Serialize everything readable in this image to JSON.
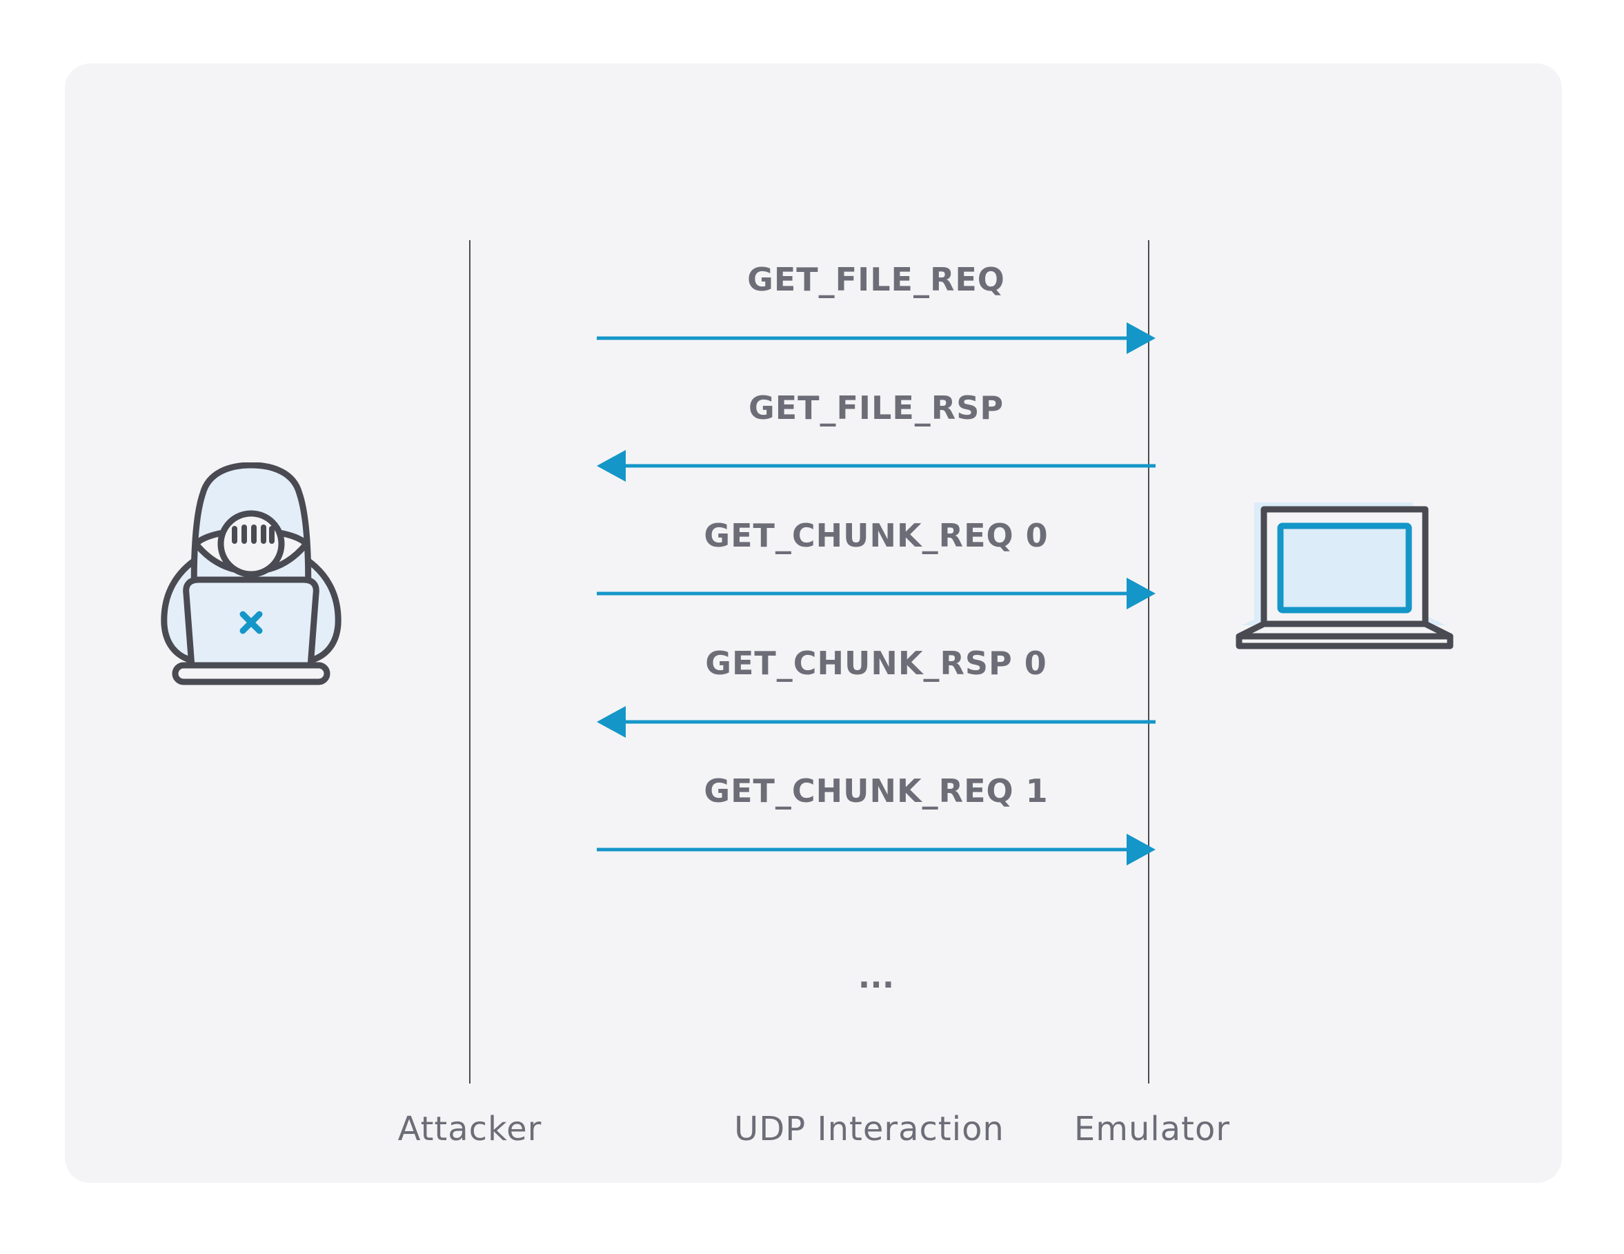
{
  "colors": {
    "panel_background": "#f4f4f6",
    "arrow": "#1496c8",
    "text": "#6d6d78",
    "outline": "#4a4a52",
    "icon_fill": "#dcecf8"
  },
  "participants": {
    "attacker": {
      "label": "Attacker",
      "icon": "hacker-icon"
    },
    "channel": {
      "label": "UDP Interaction"
    },
    "emulator": {
      "label": "Emulator",
      "icon": "laptop-icon"
    }
  },
  "messages": [
    {
      "label": "GET_FILE_REQ",
      "direction": "right"
    },
    {
      "label": "GET_FILE_RSP",
      "direction": "left"
    },
    {
      "label": "GET_CHUNK_REQ 0",
      "direction": "right"
    },
    {
      "label": "GET_CHUNK_RSP 0",
      "direction": "left"
    },
    {
      "label": "GET_CHUNK_REQ 1",
      "direction": "right"
    }
  ],
  "continuation": "..."
}
